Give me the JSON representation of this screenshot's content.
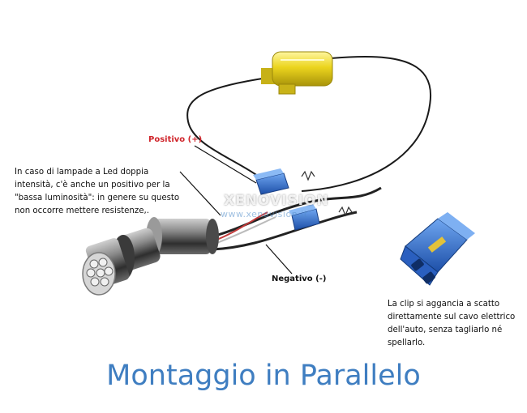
{
  "labels": {
    "positivo": "Positivo (+)",
    "negativo": "Negativo (-)"
  },
  "notes": {
    "left": "In caso di lampade a Led doppia intensità, c'è anche un positivo per la \"bassa luminosità\": in genere su questo non occorre mettere resistenze,.",
    "right": "La clip si aggancia a scatto direttamente sul cavo elettrico dell'auto, senza tagliarlo né spellarlo."
  },
  "watermark": {
    "brand": "XENOVISION",
    "url": "www.xenovision.it"
  },
  "title": "Montaggio in Parallelo",
  "colors": {
    "title": "#3f7ec1",
    "positivo": "#d0262c",
    "resistor": "#e8d21e",
    "clip": "#2f6fd0"
  }
}
